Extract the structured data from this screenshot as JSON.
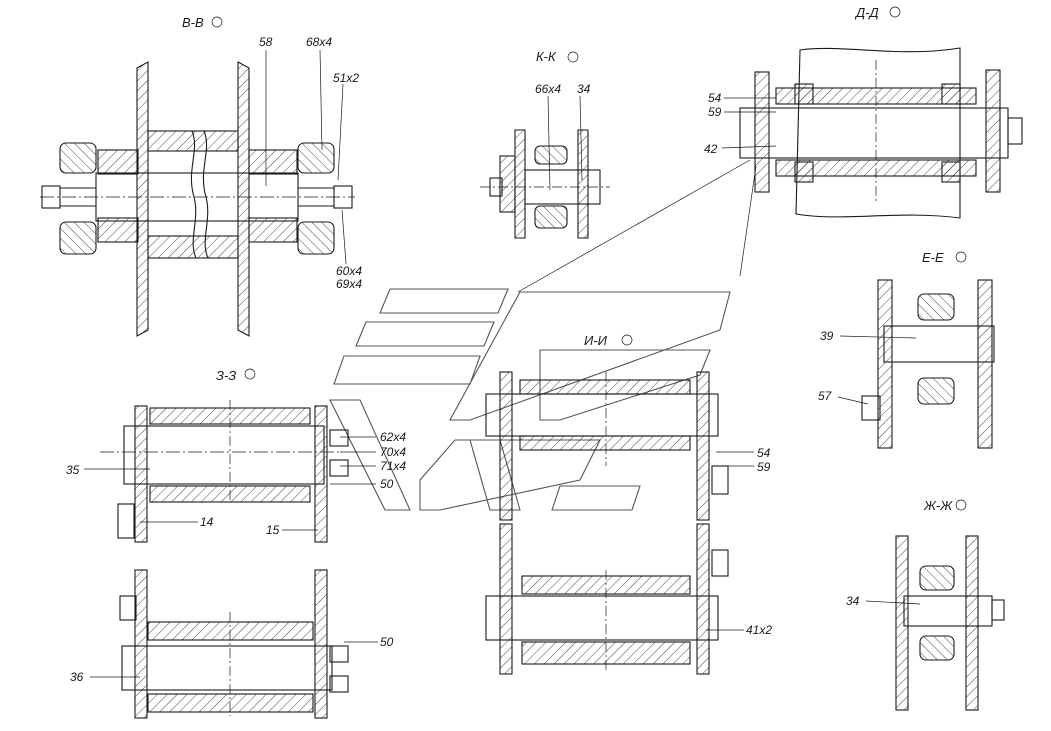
{
  "sections": {
    "vv": "В-В",
    "kk": "К-К",
    "dd": "Д-Д",
    "ee": "Е-Е",
    "zz": "З-З",
    "ii": "И-И",
    "zhzh": "Ж-Ж"
  },
  "labels": {
    "l58": "58",
    "l68x4": "68х4",
    "l51x2": "51х2",
    "l60x4": "60х4",
    "l69x4": "69х4",
    "l66x4": "66х4",
    "l34a": "34",
    "l54a": "54",
    "l59a": "59",
    "l42": "42",
    "l39": "39",
    "l57": "57",
    "l35": "35",
    "l14": "14",
    "l15": "15",
    "l62x4": "62х4",
    "l70x4": "70х4",
    "l71x4": "71х4",
    "l50a": "50",
    "l54b": "54",
    "l59b": "59",
    "l50b": "50",
    "l36": "36",
    "l41x2": "41х2",
    "l34b": "34"
  }
}
